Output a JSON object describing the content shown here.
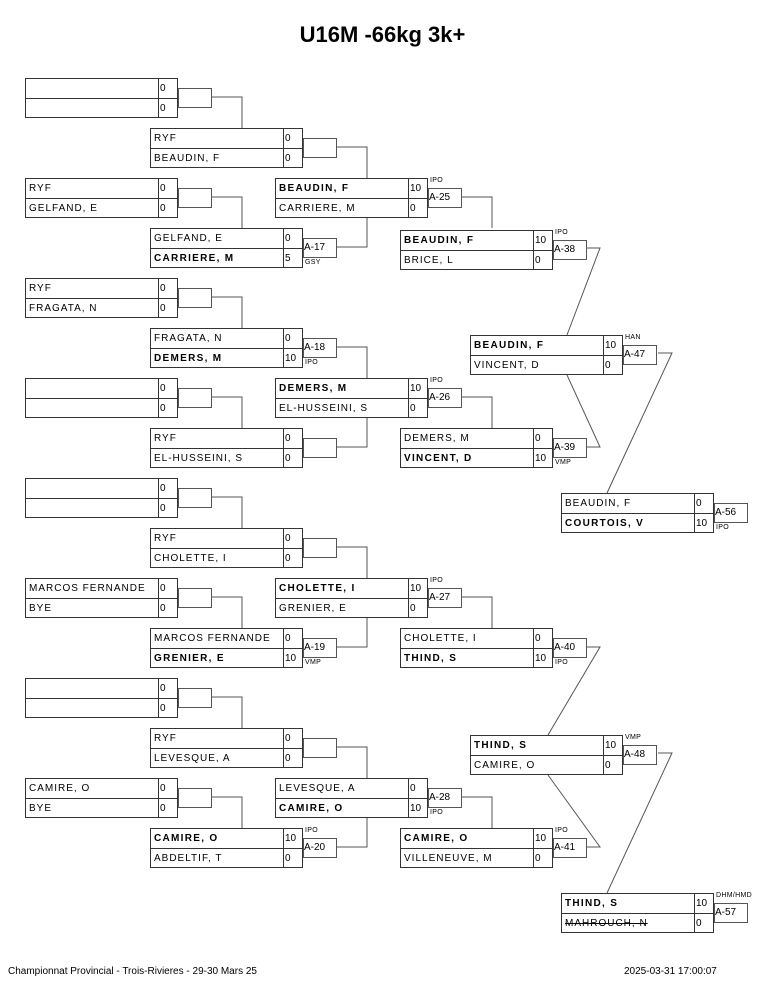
{
  "title": "U16M -66kg 3k+",
  "footer": {
    "event": "Championnat Provincial - Trois-Rivieres -  29-30 Mars 25",
    "printed": "2025-03-31 17:00:07"
  },
  "matches": [
    {
      "id": "r1-1",
      "top": {
        "name": "",
        "score": "0"
      },
      "bottom": {
        "name": "",
        "score": "0"
      },
      "label": "",
      "tag": ""
    },
    {
      "id": "r2-1",
      "top": {
        "name": "RYF",
        "score": "0"
      },
      "bottom": {
        "name": "BEAUDIN, F",
        "score": "0"
      },
      "label": "",
      "tag": ""
    },
    {
      "id": "r1-2",
      "top": {
        "name": "RYF",
        "score": "0"
      },
      "bottom": {
        "name": "GELFAND, E",
        "score": "0"
      },
      "label": "",
      "tag": ""
    },
    {
      "id": "r2-2",
      "top": {
        "name": "GELFAND, E",
        "score": "0"
      },
      "bottom": {
        "name": "CARRIERE, M",
        "score": "5",
        "winner": true
      },
      "label": "A-17",
      "tag": "GSY"
    },
    {
      "id": "r3-1",
      "top": {
        "name": "BEAUDIN, F",
        "score": "10",
        "winner": true
      },
      "bottom": {
        "name": "CARRIERE, M",
        "score": "0"
      },
      "label": "A-25",
      "tag": "IPO"
    },
    {
      "id": "r4-1",
      "top": {
        "name": "BEAUDIN, F",
        "score": "10",
        "winner": true
      },
      "bottom": {
        "name": "BRICE, L",
        "score": "0"
      },
      "label": "A-38",
      "tag": "IPO"
    },
    {
      "id": "r1-3",
      "top": {
        "name": "RYF",
        "score": "0"
      },
      "bottom": {
        "name": "FRAGATA, N",
        "score": "0"
      },
      "label": "",
      "tag": ""
    },
    {
      "id": "r2-3",
      "top": {
        "name": "FRAGATA, N",
        "score": "0"
      },
      "bottom": {
        "name": "DEMERS, M",
        "score": "10",
        "winner": true
      },
      "label": "A-18",
      "tag": "IPO"
    },
    {
      "id": "r1-4",
      "top": {
        "name": "",
        "score": "0"
      },
      "bottom": {
        "name": "",
        "score": "0"
      },
      "label": "",
      "tag": ""
    },
    {
      "id": "r2-4",
      "top": {
        "name": "RYF",
        "score": "0"
      },
      "bottom": {
        "name": "EL-HUSSEINI, S",
        "score": "0"
      },
      "label": "",
      "tag": ""
    },
    {
      "id": "r3-2",
      "top": {
        "name": "DEMERS, M",
        "score": "10",
        "winner": true
      },
      "bottom": {
        "name": "EL-HUSSEINI, S",
        "score": "0"
      },
      "label": "A-26",
      "tag": "IPO"
    },
    {
      "id": "r4-2",
      "top": {
        "name": "DEMERS, M",
        "score": "0"
      },
      "bottom": {
        "name": "VINCENT, D",
        "score": "10",
        "winner": true
      },
      "label": "A-39",
      "tag": "VMP"
    },
    {
      "id": "r5-1",
      "top": {
        "name": "BEAUDIN, F",
        "score": "10",
        "winner": true
      },
      "bottom": {
        "name": "VINCENT, D",
        "score": "0"
      },
      "label": "A-47",
      "tag": "HAN"
    },
    {
      "id": "final-1",
      "top": {
        "name": "BEAUDIN, F",
        "score": "0"
      },
      "bottom": {
        "name": "COURTOIS, V",
        "score": "10",
        "winner": true
      },
      "label": "A-56",
      "tag": "IPO"
    },
    {
      "id": "r1-5",
      "top": {
        "name": "",
        "score": "0"
      },
      "bottom": {
        "name": "",
        "score": "0"
      },
      "label": "",
      "tag": ""
    },
    {
      "id": "r2-5",
      "top": {
        "name": "RYF",
        "score": "0"
      },
      "bottom": {
        "name": "CHOLETTE, I",
        "score": "0"
      },
      "label": "",
      "tag": ""
    },
    {
      "id": "r1-6",
      "top": {
        "name": "MARCOS FERNANDE",
        "score": "0"
      },
      "bottom": {
        "name": "BYE",
        "score": "0"
      },
      "label": "",
      "tag": ""
    },
    {
      "id": "r2-6",
      "top": {
        "name": "MARCOS FERNANDE",
        "score": "0"
      },
      "bottom": {
        "name": "GRENIER, E",
        "score": "10",
        "winner": true
      },
      "label": "A-19",
      "tag": "VMP"
    },
    {
      "id": "r3-3",
      "top": {
        "name": "CHOLETTE, I",
        "score": "10",
        "winner": true
      },
      "bottom": {
        "name": "GRENIER, E",
        "score": "0"
      },
      "label": "A-27",
      "tag": "IPO"
    },
    {
      "id": "r4-3",
      "top": {
        "name": "CHOLETTE, I",
        "score": "0"
      },
      "bottom": {
        "name": "THIND, S",
        "score": "10",
        "winner": true
      },
      "label": "A-40",
      "tag": "IPO"
    },
    {
      "id": "r1-7",
      "top": {
        "name": "",
        "score": "0"
      },
      "bottom": {
        "name": "",
        "score": "0"
      },
      "label": "",
      "tag": ""
    },
    {
      "id": "r2-7",
      "top": {
        "name": "RYF",
        "score": "0"
      },
      "bottom": {
        "name": "LEVESQUE, A",
        "score": "0"
      },
      "label": "",
      "tag": ""
    },
    {
      "id": "r1-8",
      "top": {
        "name": "CAMIRE, O",
        "score": "0"
      },
      "bottom": {
        "name": "BYE",
        "score": "0"
      },
      "label": "",
      "tag": ""
    },
    {
      "id": "r2-8",
      "top": {
        "name": "CAMIRE, O",
        "score": "10",
        "winner": true
      },
      "bottom": {
        "name": "ABDELTIF, T",
        "score": "0"
      },
      "label": "A-20",
      "tag": "IPO"
    },
    {
      "id": "r3-4",
      "top": {
        "name": "LEVESQUE, A",
        "score": "0"
      },
      "bottom": {
        "name": "CAMIRE, O",
        "score": "10",
        "winner": true
      },
      "label": "A-28",
      "tag": "IPO"
    },
    {
      "id": "r4-4",
      "top": {
        "name": "CAMIRE, O",
        "score": "10",
        "winner": true
      },
      "bottom": {
        "name": "VILLENEUVE, M",
        "score": "0"
      },
      "label": "A-41",
      "tag": "IPO"
    },
    {
      "id": "r5-2",
      "top": {
        "name": "THIND, S",
        "score": "10",
        "winner": true
      },
      "bottom": {
        "name": "CAMIRE, O",
        "score": "0"
      },
      "label": "A-48",
      "tag": "VMP"
    },
    {
      "id": "final-2",
      "top": {
        "name": "THIND, S",
        "score": "10",
        "winner": true
      },
      "bottom": {
        "name": "MAHROUCH, N",
        "score": "0",
        "struck": true
      },
      "label": "A-57",
      "tag": "DHM/HMD"
    }
  ]
}
